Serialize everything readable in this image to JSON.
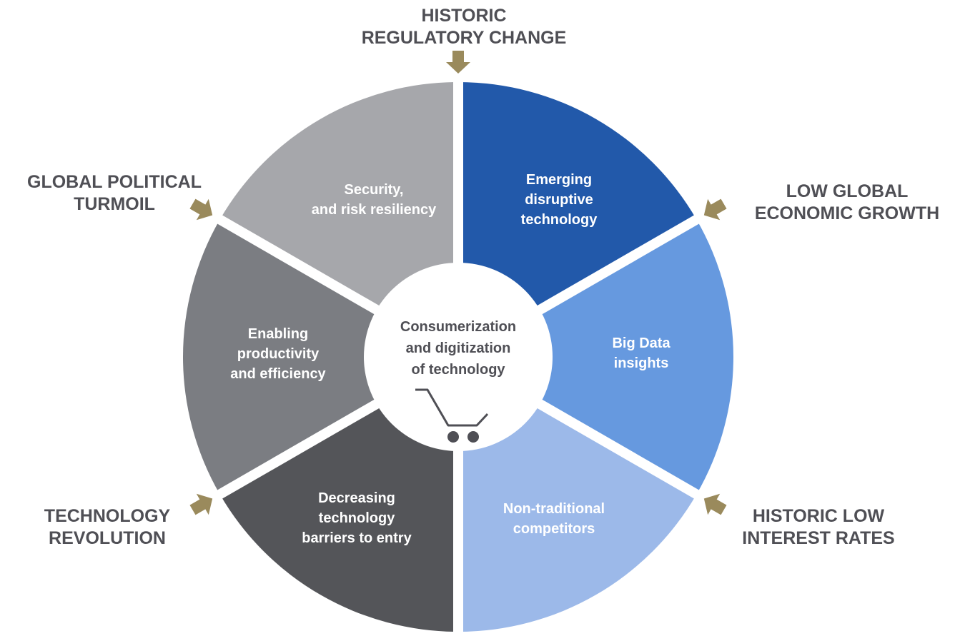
{
  "colors": {
    "segment_1": "#2259aa",
    "segment_2": "#6699df",
    "segment_3": "#9cb9e9",
    "segment_4": "#545559",
    "segment_5": "#7b7d82",
    "segment_6": "#a6a7ab",
    "arrow": "#9a8a5c",
    "outer_text": "#4f4f55",
    "segment_text": "#ffffff",
    "center_text": "#4f4f55"
  },
  "center": {
    "lines": [
      "Consumerization",
      "and digitization",
      "of technology"
    ],
    "icon": "shopping-cart-icon"
  },
  "segments": [
    {
      "lines": [
        "Emerging",
        "disruptive",
        "technology"
      ]
    },
    {
      "lines": [
        "Big Data",
        "insights"
      ]
    },
    {
      "lines": [
        "Non-traditional",
        "competitors"
      ]
    },
    {
      "lines": [
        "Decreasing",
        "technology",
        "barriers to entry"
      ]
    },
    {
      "lines": [
        "Enabling",
        "productivity",
        "and efficiency"
      ]
    },
    {
      "lines": [
        "Security,",
        "and risk resiliency"
      ]
    }
  ],
  "forces": [
    {
      "lines": [
        "HISTORIC",
        "REGULATORY CHANGE"
      ],
      "icon": "arrow-down-icon"
    },
    {
      "lines": [
        "LOW GLOBAL",
        "ECONOMIC GROWTH"
      ],
      "icon": "arrow-icon"
    },
    {
      "lines": [
        "HISTORIC LOW",
        "INTEREST RATES"
      ],
      "icon": "arrow-icon"
    },
    {
      "lines": [
        "TECHNOLOGY",
        "REVOLUTION"
      ],
      "icon": "arrow-icon"
    },
    {
      "lines": [
        "GLOBAL POLITICAL",
        "TURMOIL"
      ],
      "icon": "arrow-icon"
    }
  ]
}
